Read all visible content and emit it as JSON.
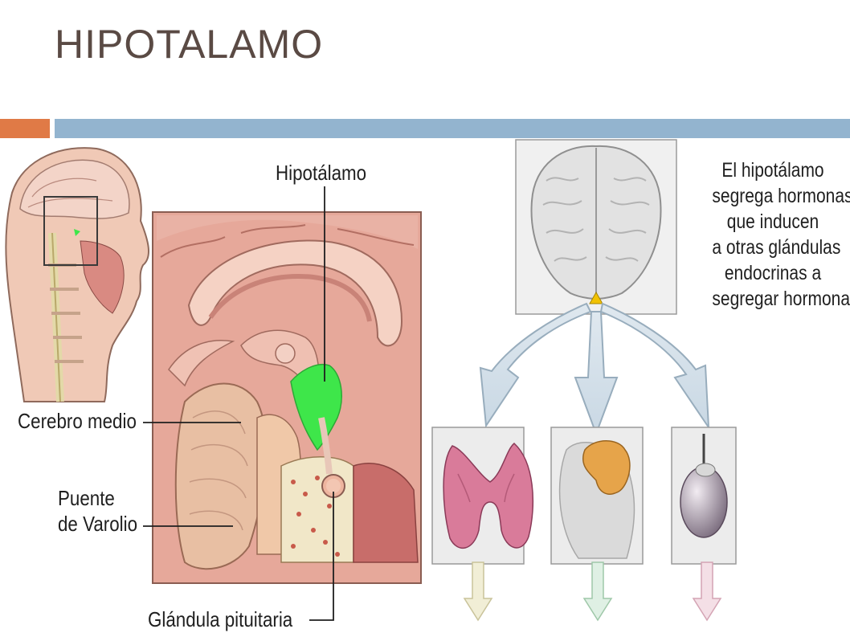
{
  "slide": {
    "title": "HIPOTALAMO"
  },
  "labels": {
    "hypothalamus": "Hipotálamo",
    "midbrain": "Cerebro medio",
    "pons_line1": "Puente",
    "pons_line2": "de Varolio",
    "pituitary": "Glándula pituitaria"
  },
  "description": [
    "El hipotálamo",
    "segrega hormonas",
    "que inducen",
    "a otras glándulas",
    "endocrinas a",
    "segregar hormonas"
  ],
  "colors": {
    "title": "#5a4a44",
    "accent_orange": "#e07a46",
    "accent_blue": "#93b4cf",
    "hypothalamus_green": "#3ee64a",
    "tissue_pink": "#e6a89a"
  }
}
